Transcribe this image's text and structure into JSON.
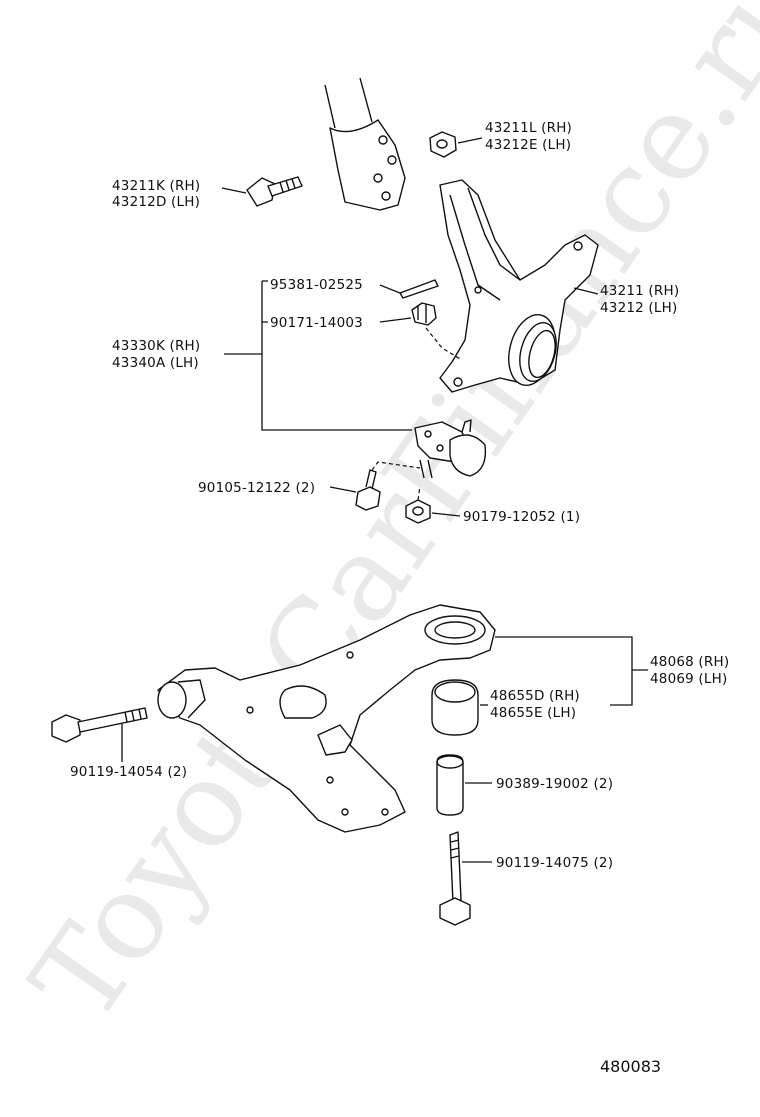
{
  "watermark": "ToyotaCarFinance.ru",
  "diagram_id": "480083",
  "labels": {
    "bolt_rh": "43211K (RH)",
    "bolt_lh": "43212D (LH)",
    "nut_rh": "43211L (RH)",
    "nut_lh": "43212E (LH)",
    "knuckle_rh": "43211 (RH)",
    "knuckle_lh": "43212 (LH)",
    "cotter_pin": "95381-02525",
    "castle_nut": "90171-14003",
    "ball_joint_rh": "43330K (RH)",
    "ball_joint_lh": "43340A (LH)",
    "bj_bolt": "90105-12122 (2)",
    "bj_nut": "90179-12052 (1)",
    "arm_rh": "48068 (RH)",
    "arm_lh": "48069 (LH)",
    "bushing_rh": "48655D (RH)",
    "bushing_lh": "48655E (LH)",
    "front_bolt": "90119-14054 (2)",
    "collar": "90389-19002 (2)",
    "rear_bolt": "90119-14075 (2)"
  }
}
